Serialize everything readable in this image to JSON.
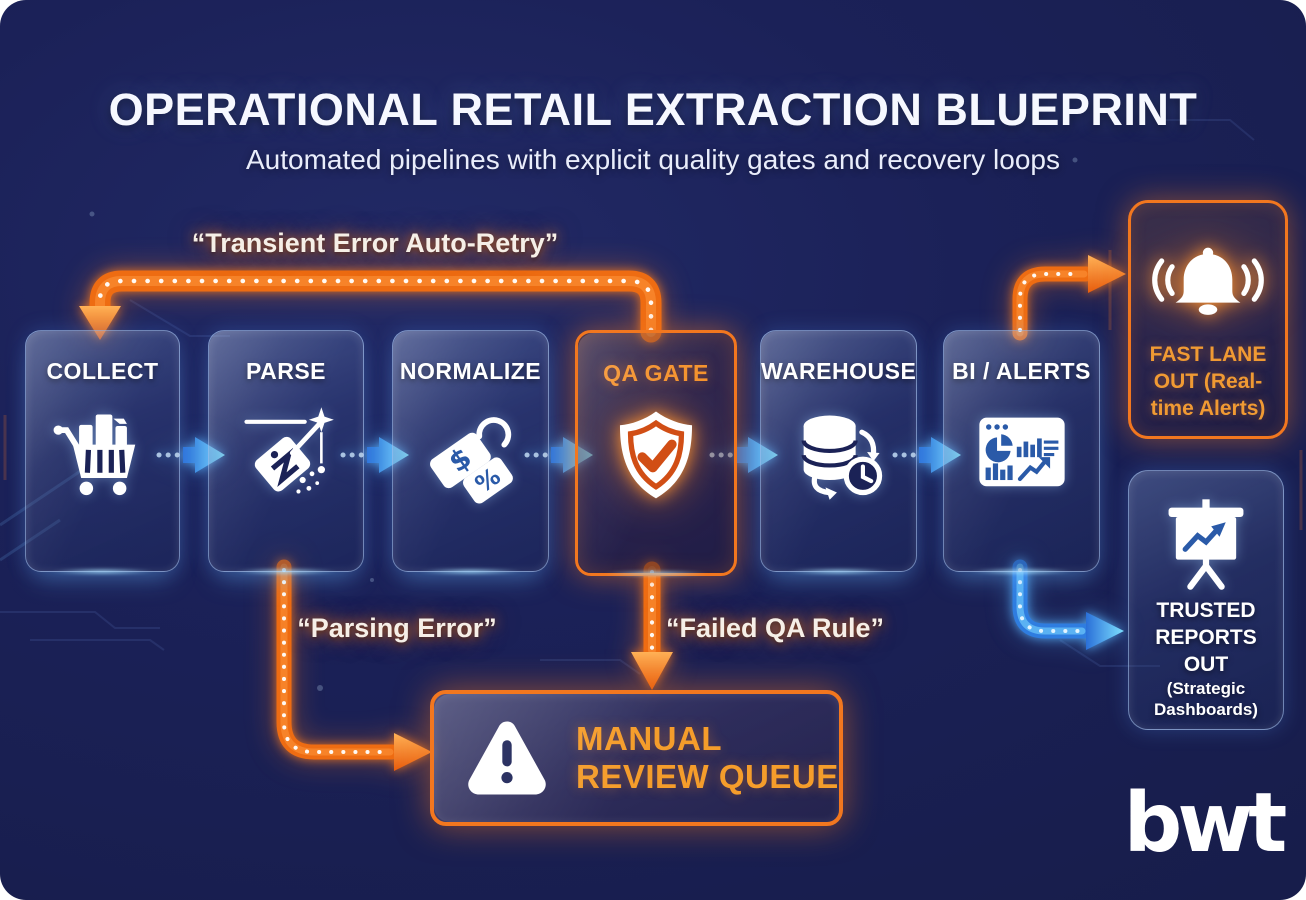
{
  "header": {
    "title": "OPERATIONAL RETAIL EXTRACTION BLUEPRINT",
    "subtitle": "Automated pipelines with explicit quality gates and recovery loops"
  },
  "pipeline": {
    "stages": [
      {
        "label": "COLLECT",
        "icon": "shopping-cart"
      },
      {
        "label": "PARSE",
        "icon": "price-tag-wand"
      },
      {
        "label": "NORMALIZE",
        "icon": "dollar-percent-tags"
      },
      {
        "label": "QA GATE",
        "icon": "shield-check",
        "highlighted": true
      },
      {
        "label": "WAREHOUSE",
        "icon": "database-sync-clock"
      },
      {
        "label": "BI / ALERTS",
        "icon": "dashboard-charts"
      }
    ]
  },
  "loops": {
    "transient": {
      "from": "QA GATE",
      "to": "COLLECT",
      "label": "“Transient Error Auto-Retry”",
      "color": "orange"
    },
    "parsing": {
      "from": "PARSE",
      "to": "MANUAL REVIEW QUEUE",
      "label": "“Parsing Error”",
      "color": "orange"
    },
    "failed_qa": {
      "from": "QA GATE",
      "to": "MANUAL REVIEW QUEUE",
      "label": "“Failed QA Rule”",
      "color": "orange"
    }
  },
  "outputs": {
    "fast_lane": {
      "from": "BI / ALERTS",
      "arrow_color": "orange",
      "lines": [
        "FAST LANE",
        "OUT (Real-",
        "time Alerts)"
      ]
    },
    "trusted_reports": {
      "from": "BI / ALERTS",
      "arrow_color": "blue",
      "lines": [
        "TRUSTED",
        "REPORTS",
        "OUT"
      ],
      "sub_lines": [
        "(Strategic",
        "Dashboards)"
      ]
    }
  },
  "manual_review": {
    "lines": [
      "MANUAL",
      "REVIEW QUEUE"
    ]
  },
  "brand": {
    "logo_text": "bwt"
  },
  "colors": {
    "background": "#1b2158",
    "accent_orange": "#f2771f",
    "accent_orange_light": "#ff9940",
    "accent_blue": "#2f7de0",
    "accent_cyan": "#7fe3ff",
    "qa_label": "#f5932e",
    "panel_border": "#b4d4ff",
    "icon_detail_blue": "#2a5aa8",
    "shield_check": "#d14e15"
  }
}
